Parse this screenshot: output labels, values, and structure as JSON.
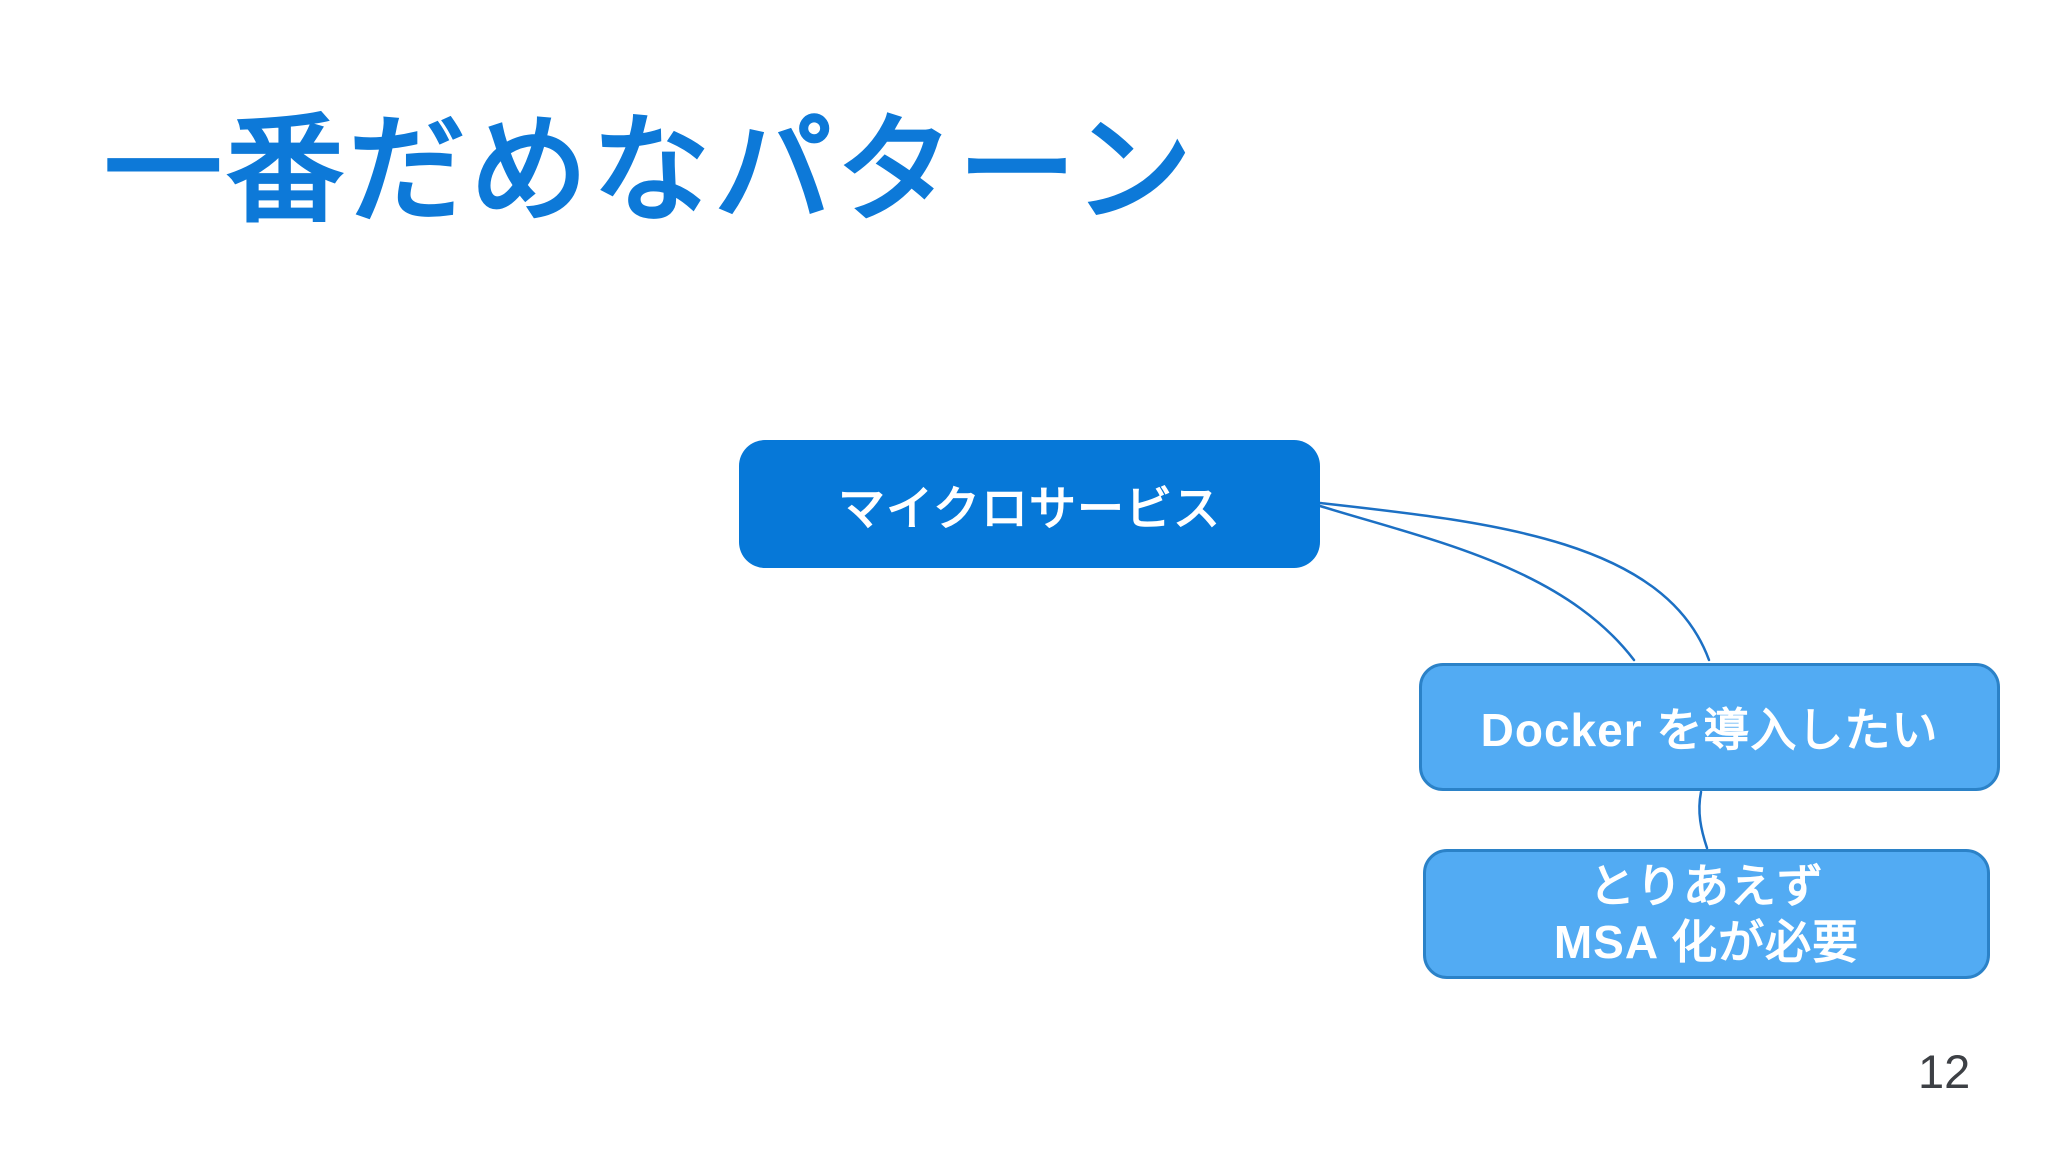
{
  "slide": {
    "title": "一番だめなパターン",
    "page_number": "12"
  },
  "mindmap": {
    "nodes": [
      {
        "label": "マイクロサービス",
        "role": "root"
      },
      {
        "label": "Docker を導入したい",
        "role": "child"
      },
      {
        "label": "とりあえず MSA 化が必要",
        "label_lines": [
          "とりあえず",
          "MSA 化が必要"
        ],
        "role": "grandchild"
      }
    ],
    "edges": [
      {
        "from": "マイクロサービス",
        "to": "Docker を導入したい",
        "style": "curved",
        "line_count": 2
      },
      {
        "from": "Docker を導入したい",
        "to": "とりあえず MSA 化が必要",
        "style": "curved",
        "line_count": 1
      }
    ]
  },
  "colors": {
    "background": "#ffffff",
    "title_blue": "#0d79d8",
    "root_node_fill": "#0678d8",
    "root_node_text": "#ffffff",
    "child_node_fill": "#52abf3",
    "child_node_border": "#2b82c8",
    "child_node_text": "#ffffff",
    "connector_blue": "#1c70c4",
    "page_number_gray": "#3d4045"
  }
}
